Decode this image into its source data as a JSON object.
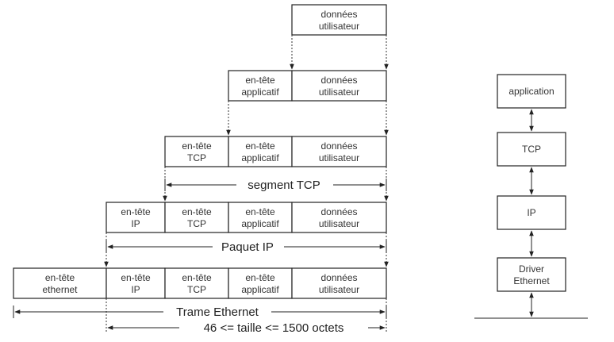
{
  "cells": {
    "user_data": [
      "données",
      "utilisateur"
    ],
    "app_header": [
      "en-tête",
      "applicatif"
    ],
    "tcp_header": [
      "en-tête",
      "TCP"
    ],
    "ip_header": [
      "en-tête",
      "IP"
    ],
    "eth_header": [
      "en-tête",
      "ethernet"
    ]
  },
  "labels": {
    "segment": "segment TCP",
    "packet": "Paquet IP",
    "frame": "Trame Ethernet",
    "size": "46 <= taille <= 1500 octets"
  },
  "stack": {
    "application": "application",
    "tcp": "TCP",
    "ip": "IP",
    "driver": [
      "Driver",
      "Ethernet"
    ]
  }
}
